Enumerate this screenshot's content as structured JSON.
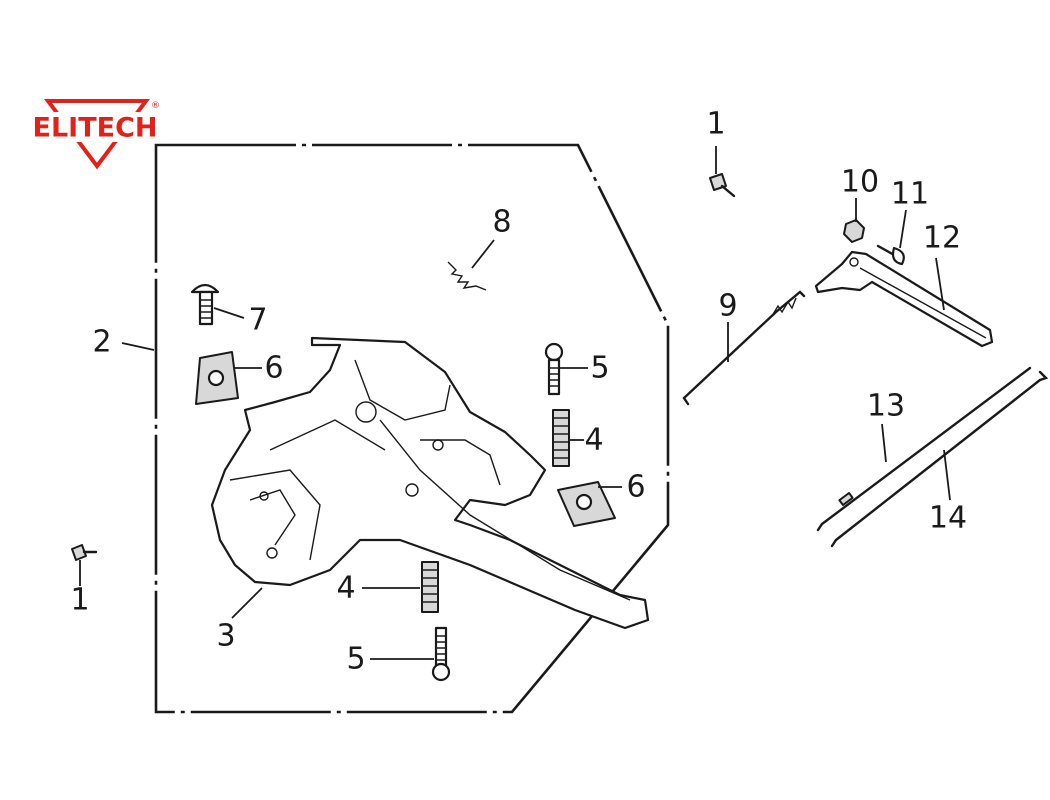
{
  "brand": {
    "name": "ELITECH",
    "registered": "®",
    "color": "#e32119"
  },
  "callouts": [
    {
      "id": "c1a",
      "label": "1"
    },
    {
      "id": "c1b",
      "label": "1"
    },
    {
      "id": "c2",
      "label": "2"
    },
    {
      "id": "c3",
      "label": "3"
    },
    {
      "id": "c4a",
      "label": "4"
    },
    {
      "id": "c4b",
      "label": "4"
    },
    {
      "id": "c5a",
      "label": "5"
    },
    {
      "id": "c5b",
      "label": "5"
    },
    {
      "id": "c6a",
      "label": "6"
    },
    {
      "id": "c6b",
      "label": "6"
    },
    {
      "id": "c7",
      "label": "7"
    },
    {
      "id": "c8",
      "label": "8"
    },
    {
      "id": "c9",
      "label": "9"
    },
    {
      "id": "c10",
      "label": "10"
    },
    {
      "id": "c11",
      "label": "11"
    },
    {
      "id": "c12",
      "label": "12"
    },
    {
      "id": "c13",
      "label": "13"
    },
    {
      "id": "c14",
      "label": "14"
    }
  ]
}
